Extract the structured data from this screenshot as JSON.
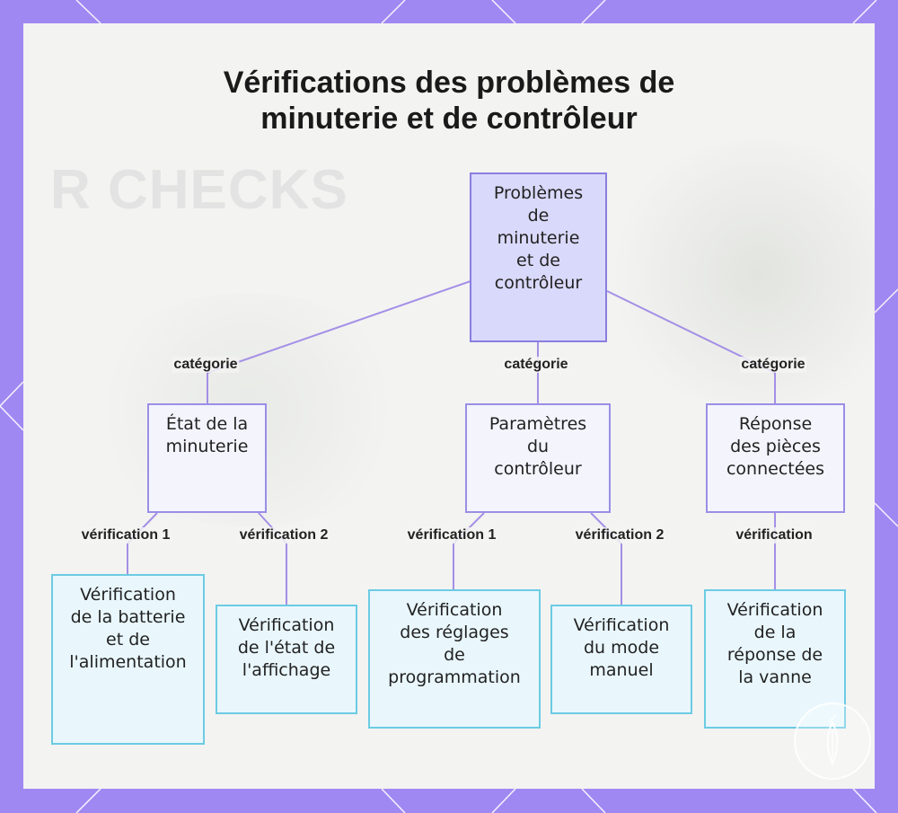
{
  "title": {
    "line1": "Vérifications des problèmes de",
    "line2": "minuterie et de contrôleur"
  },
  "background_text": "R CHECKS",
  "colors": {
    "frame": "#a088f2",
    "root_fill": "#d9d9fb",
    "category_fill": "#f4f4fd",
    "check_fill": "#e9f7fd",
    "check_border": "#6ccbe3",
    "connector": "#a48fe6"
  },
  "root": {
    "lines": [
      "Problèmes",
      "de",
      "minuterie",
      "et de",
      "contrôleur"
    ]
  },
  "edge_labels": {
    "category": "catégorie",
    "check1": "vérification 1",
    "check2": "vérification 2",
    "check": "vérification"
  },
  "categories": [
    {
      "lines": [
        "État de la",
        "minuterie"
      ]
    },
    {
      "lines": [
        "Paramètres",
        "du",
        "contrôleur"
      ]
    },
    {
      "lines": [
        "Réponse",
        "des pièces",
        "connectées"
      ]
    }
  ],
  "checks": [
    {
      "lines": [
        "Vérification",
        "de la batterie",
        "et de",
        "l'alimentation"
      ]
    },
    {
      "lines": [
        "Vérification",
        "de l'état de",
        "l'affichage"
      ]
    },
    {
      "lines": [
        "Vérification",
        "des réglages",
        "de",
        "programmation"
      ]
    },
    {
      "lines": [
        "Vérification",
        "du mode",
        "manuel"
      ]
    },
    {
      "lines": [
        "Vérification",
        "de la",
        "réponse de",
        "la vanne"
      ]
    }
  ],
  "logo_icon": "carrot-logo-icon"
}
